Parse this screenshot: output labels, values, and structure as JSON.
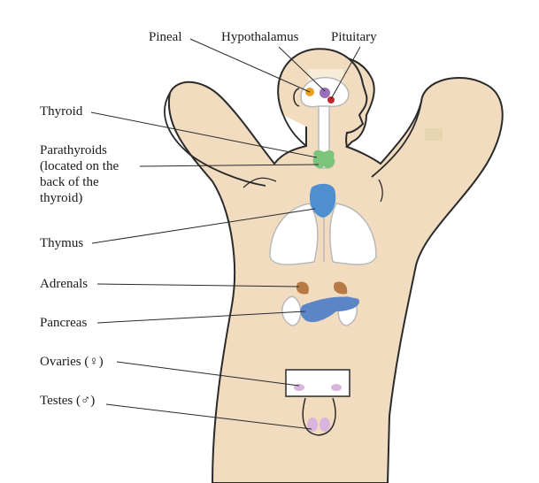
{
  "labels": {
    "pineal": "Pineal",
    "hypothalamus": "Hypothalamus",
    "pituitary": "Pituitary",
    "thyroid": "Thyroid",
    "parathyroids": {
      "line1": "Parathyroids",
      "line2": "(located on the",
      "line3": "back of the",
      "line4": "thyroid)"
    },
    "thymus": "Thymus",
    "adrenals": "Adrenals",
    "pancreas": "Pancreas",
    "ovaries": "Ovaries (♀)",
    "testes": "Testes (♂)"
  },
  "colors": {
    "skin": "#f2dcc0",
    "outline": "#2a2a2a",
    "organ_outline": "#b9b9b9",
    "pineal": "#e8a020",
    "hypothalamus": "#9a6fb8",
    "pituitary": "#c0282a",
    "thyroid": "#7cc47a",
    "thymus": "#4e8fd0",
    "adrenals": "#b87a45",
    "pancreas": "#5a86c8",
    "gonads": "#d9b4dc"
  }
}
